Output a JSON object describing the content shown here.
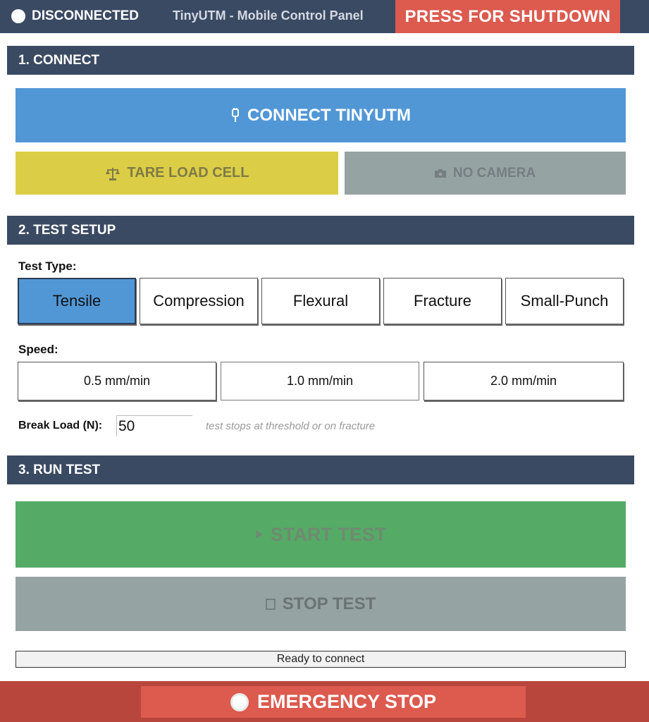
{
  "header": {
    "status": "DISCONNECTED",
    "title": "TinyUTM - Mobile Control Panel",
    "shutdown_label": "PRESS FOR SHUTDOWN"
  },
  "sections": {
    "connect": "1. CONNECT",
    "setup": "2. TEST SETUP",
    "run": "3. RUN TEST"
  },
  "connect": {
    "connect_label": "CONNECT TINYUTM",
    "connect_icon": "plug-icon",
    "tare_label": "TARE LOAD CELL",
    "tare_icon": "scale-icon",
    "camera_label": "NO CAMERA",
    "camera_icon": "camera-icon"
  },
  "setup": {
    "test_type_label": "Test Type:",
    "test_types": [
      "Tensile",
      "Compression",
      "Flexural",
      "Fracture",
      "Small-Punch"
    ],
    "selected_test_type": "Tensile",
    "speed_label": "Speed:",
    "speeds": [
      "0.5 mm/min",
      "1.0 mm/min",
      "2.0 mm/min"
    ],
    "selected_speed": "1.0 mm/min",
    "break_load_label": "Break Load (N):",
    "break_load_value": "50",
    "break_load_hint": "test stops at threshold or on fracture"
  },
  "run": {
    "start_label": "START TEST",
    "start_icon": "play-icon",
    "stop_label": "STOP TEST",
    "stop_icon": "stop-icon"
  },
  "status_message": "Ready to connect",
  "footer": {
    "emergency_label": "EMERGENCY STOP",
    "emergency_icon": "stop-circle-icon"
  },
  "colors": {
    "header_bg": "#3a4a63",
    "accent_blue": "#5197d6",
    "danger": "#dc5a4e",
    "tare_yellow": "#dccd46",
    "start_green": "#55ab66",
    "disabled_gray": "#96a3a3"
  }
}
